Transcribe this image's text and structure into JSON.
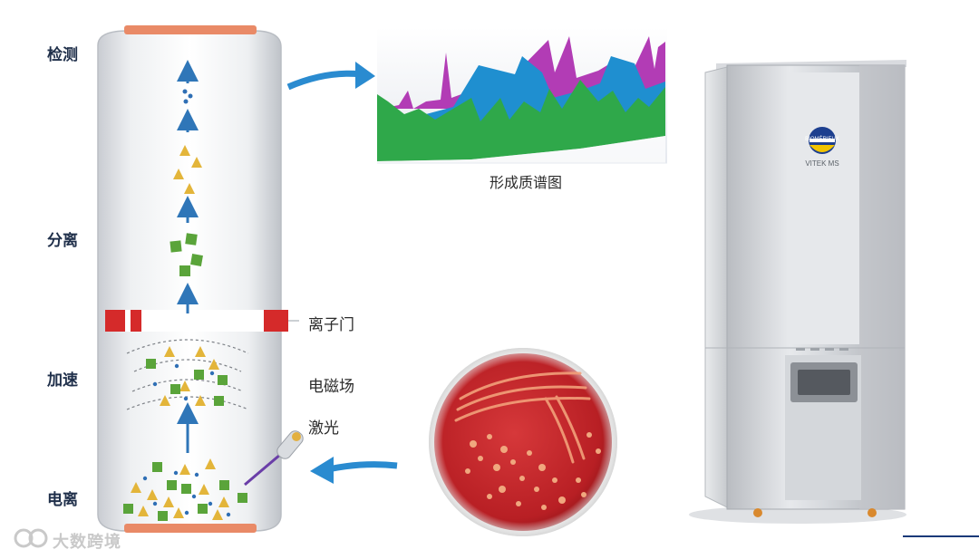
{
  "stages": {
    "detect": "检测",
    "separate": "分离",
    "accelerate": "加速",
    "ionize": "电离"
  },
  "components": {
    "ion_gate": "离子门",
    "em_field": "电磁场",
    "laser": "激光"
  },
  "spectrum_caption": "形成质谱图",
  "instrument": {
    "brand": "BIOMÉRIEUX",
    "model": "VITEK MS"
  },
  "watermark": "大数跨境",
  "colors": {
    "tube": "#e9ebee",
    "cap": "#e98a67",
    "arrow": "#2f76b8",
    "gate_red": "#d52a2a",
    "triangle": "#e3b53a",
    "square": "#5aa43a",
    "dot": "#2f6fb5",
    "agar": "#c9272b",
    "spectrum_green": "#2fa84a",
    "spectrum_blue": "#1f8fd0",
    "spectrum_magenta": "#b23cb5"
  }
}
